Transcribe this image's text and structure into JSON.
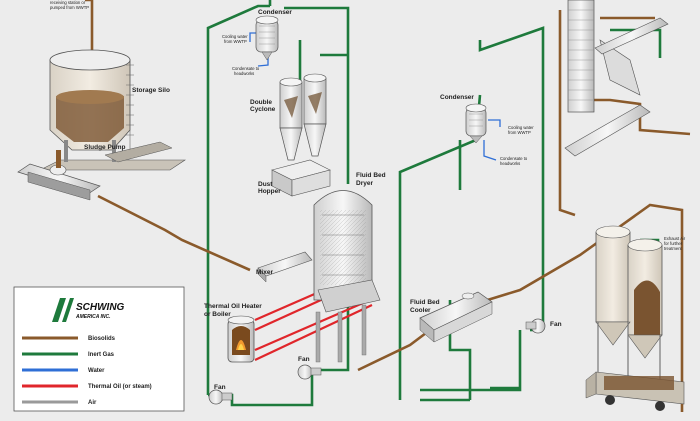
{
  "labels": {
    "intro_line1": "receiving station or",
    "intro_line2": "pumped from WWTP",
    "storage_silo": "Storage Silo",
    "sludge_pump": "Sludge Pump",
    "condenser_top": "Condenser",
    "cooling_water_top_1": "Cooling water",
    "cooling_water_top_2": "from WWTP",
    "condensate_top_1": "Condensate to",
    "condensate_top_2": "headworks",
    "double_cyclone_1": "Double",
    "double_cyclone_2": "Cyclone",
    "dust_hopper_1": "Dust",
    "dust_hopper_2": "Hopper",
    "fluid_bed_dryer_1": "Fluid Bed",
    "fluid_bed_dryer_2": "Dryer",
    "mixer": "Mixer",
    "thermal_oil_heater_1": "Thermal Oil Heater",
    "thermal_oil_heater_2": "or Boiler",
    "fan_left": "Fan",
    "fan_mid": "Fan",
    "fan_right": "Fan",
    "condenser_right": "Condenser",
    "cooling_water_right_1": "Cooling water",
    "cooling_water_right_2": "from WWTP",
    "condensate_right_1": "Condensate to",
    "condensate_right_2": "headworks",
    "fluid_bed_cooler_1": "Fluid Bed",
    "fluid_bed_cooler_2": "Cooler",
    "exhaust_1": "Exhaust Air",
    "exhaust_2": "for further",
    "exhaust_3": "treatment"
  },
  "legend": {
    "logo_line1": "SCHWING",
    "logo_line2": "AMERICA INC.",
    "items": [
      {
        "label": "Biosolids",
        "color": "#8a5a2b"
      },
      {
        "label": "Inert Gas",
        "color": "#1e7a3c"
      },
      {
        "label": "Water",
        "color": "#2f6fd6"
      },
      {
        "label": "Thermal Oil (or steam)",
        "color": "#e0262b"
      },
      {
        "label": "Air",
        "color": "#9a9a9a"
      }
    ]
  },
  "colors": {
    "biosolids": "#8a5a2b",
    "inert_gas": "#1e7a3c",
    "water": "#2f6fd6",
    "thermal_oil": "#e0262b",
    "air": "#9a9a9a"
  }
}
